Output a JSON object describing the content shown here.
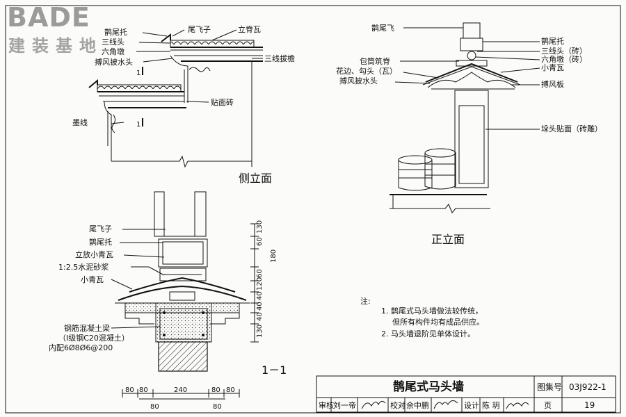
{
  "logo": {
    "brand": "BADE",
    "subtitle": "建装基地"
  },
  "side_view": {
    "title": "侧立面",
    "labels": [
      "鹊尾托",
      "三线头",
      "六角墩",
      "搏风披水头",
      "尾飞子",
      "立脊瓦",
      "三线拔檐",
      "贴面砖",
      "墨线"
    ],
    "section_mark": "1"
  },
  "front_view": {
    "title": "正立面",
    "labels": [
      "鹊尾飞",
      "包筒筑脊",
      "花边、勾头（瓦）",
      "搏风披水头",
      "鹊尾托",
      "三线头（砖）",
      "六角墩（砖）",
      "小青瓦",
      "搏风板",
      "垛头贴面（砖雕）"
    ]
  },
  "section": {
    "title": "1－1",
    "labels": [
      "尾飞子",
      "鹊尾托",
      "立放小青瓦",
      "1:2.5水泥砂浆",
      "小青瓦",
      "钢筋混凝土梁",
      "（I级钢C20混凝土）",
      "内配6Ø8Ø6@200"
    ],
    "dims_vertical": [
      "130",
      "60",
      "180",
      "60",
      "120",
      "40",
      "40",
      "40",
      "130"
    ],
    "dims_bottom_top": [
      "80",
      "80",
      "240",
      "80",
      "80"
    ],
    "dims_bottom_low": [
      "80",
      "80"
    ]
  },
  "notes": {
    "head": "注:",
    "items": [
      "1. 鹊尾式马头墙做法较传统，",
      "但所有构件均有成品供应。",
      "2. 马头墙退阶见单体设计。"
    ]
  },
  "title_block": {
    "drawing_name": "鹊尾式马头墙",
    "atlas_label": "图集号",
    "atlas_no": "03J922-1",
    "review_label": "审核",
    "reviewer": "刘一帝",
    "check_label": "校对",
    "checker": "余中鹏",
    "design_label": "设计",
    "designer": "陈 玥",
    "page_label": "页",
    "page_no": "19"
  }
}
